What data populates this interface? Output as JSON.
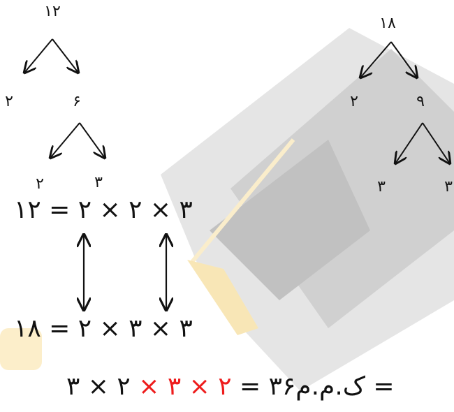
{
  "colors": {
    "ink": "#111111",
    "highlight": "#ee1c1c",
    "watermark_gray": "#cfcfcf",
    "watermark_yellow": "#f6c23e"
  },
  "tree_left": {
    "root": "۱۲",
    "level1_left": "۲",
    "level1_right": "۶",
    "level2_left": "۲",
    "level2_right": "۳"
  },
  "tree_right": {
    "root": "۱۸",
    "level1_left": "۲",
    "level1_right": "۹",
    "level2_left": "۳",
    "level2_right": "۳"
  },
  "equations": {
    "eq12": "۱۲ = ۲ × ۲ × ۳",
    "eq18": "۱۸ = ۲ × ۳ × ۳",
    "lcm_prefix": "ک.م.م",
    "lcm_value": "۳۶",
    "lcm_equals": " = ",
    "lcm_red": "۲ × ۳ ×",
    "lcm_black": " ۲ × ۳ ="
  },
  "watermark": {
    "icon": "graduation-cap-icon"
  }
}
